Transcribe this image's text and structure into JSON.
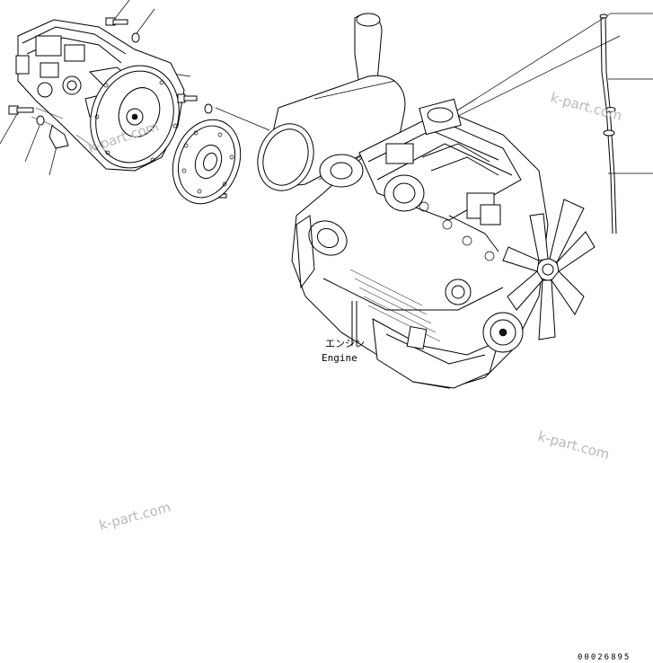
{
  "engine_label_jp": "エンジン",
  "engine_label_en": "Engine",
  "watermarks": [
    "k-part.com",
    "k-part.com",
    "k-part.com",
    "k-part.com"
  ],
  "drawing_code": "00026895"
}
